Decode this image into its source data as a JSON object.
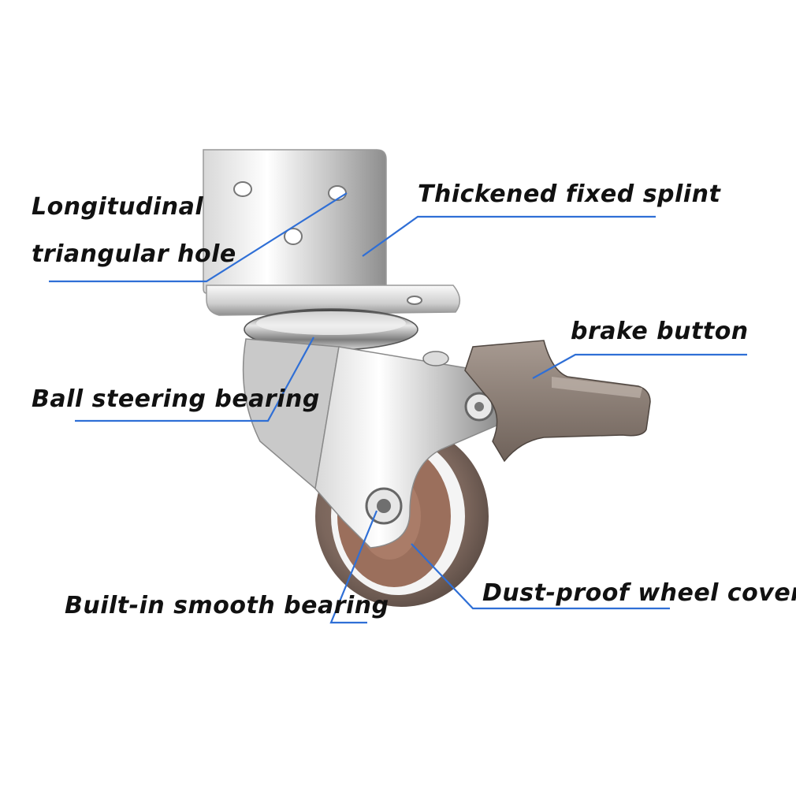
{
  "labels": {
    "longitudinal_line1": "Longitudinal",
    "longitudinal_line2": "triangular hole",
    "thickened": "Thickened fixed splint",
    "brake": "brake button",
    "ball": "Ball steering bearing",
    "built_in": "Built-in smooth bearing",
    "dust_proof": "Dust-proof wheel cover"
  },
  "colors": {
    "leader_line": "#2f6fd6",
    "metal_light": "#f2f2f2",
    "metal_mid": "#b9b9b9",
    "metal_dark": "#6e6e6e",
    "rubber": "#7a675f",
    "brake_body": "#8a7c73"
  }
}
